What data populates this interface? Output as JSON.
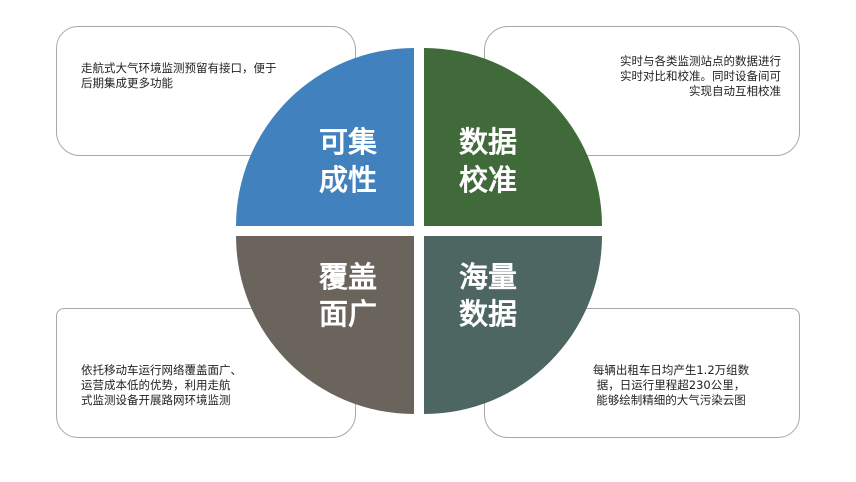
{
  "quadrants": {
    "top_left": {
      "title_line1": "可集",
      "title_line2": "成性",
      "color": "#4181be",
      "text": "走航式大气环境监测预留有接口，便于后期集成更多功能"
    },
    "top_right": {
      "title_line1": "数据",
      "title_line2": "校准",
      "color": "#416a3b",
      "text": "实时与各类监测站点的数据进行\n实时对比和校准。同时设备间可\n实现自动互相校准"
    },
    "bottom_left": {
      "title_line1": "覆盖",
      "title_line2": "面广",
      "color": "#6a645c",
      "text": "依托移动车运行网络覆盖面广、\n运营成本低的优势，利用走航\n式监测设备开展路网环境监测"
    },
    "bottom_right": {
      "title_line1": "海量",
      "title_line2": "数据",
      "color": "#4e6661",
      "text": "每辆出租车日均产生1.2万组数\n据，日运行里程超230公里，\n能够绘制精细的大气污染云图"
    }
  },
  "colors": {
    "callout_border": "#a8a8a8",
    "text": "#222222",
    "background": "#ffffff"
  }
}
